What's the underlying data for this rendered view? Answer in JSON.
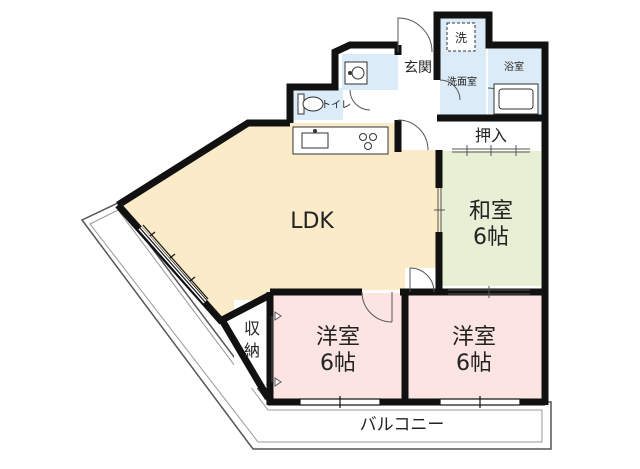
{
  "rooms": {
    "ldk": {
      "name": "LDK"
    },
    "washitsu": {
      "name": "和室",
      "size": "6帖"
    },
    "yoshitsu_1": {
      "name": "洋室",
      "size": "6帖"
    },
    "yoshitsu_2": {
      "name": "洋室",
      "size": "6帖"
    },
    "oshiire": {
      "name": "押入"
    },
    "shuno": {
      "line1": "収",
      "line2": "納"
    },
    "genkan": {
      "name": "玄関"
    },
    "toilet": {
      "name": "トイレ"
    },
    "senmenshitsu": {
      "name": "洗面室"
    },
    "yokushitsu": {
      "name": "浴室"
    },
    "balcony": {
      "name": "バルコニー"
    }
  },
  "fixtures": {
    "washer_mark": "洗"
  },
  "colors": {
    "ldk": "#fbebc8",
    "washitsu": "#e7f0d5",
    "yoshitsu": "#fbe4e2",
    "wet_area": "#dcebf8",
    "wall": "#111111",
    "balcony": "#ffffff"
  }
}
